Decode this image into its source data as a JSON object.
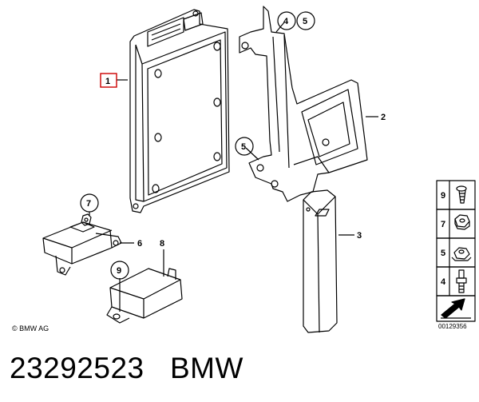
{
  "callouts": {
    "c1": "1",
    "c2": "2",
    "c3": "3",
    "c4": "4",
    "c5a": "5",
    "c5b": "5",
    "c6": "6",
    "c7": "7",
    "c8": "8",
    "c9": "9"
  },
  "legend": [
    {
      "num": "9",
      "part": "screw"
    },
    {
      "num": "7",
      "part": "hex-nut"
    },
    {
      "num": "5",
      "part": "collar-nut"
    },
    {
      "num": "4",
      "part": "stud-bolt"
    }
  ],
  "copyright": "© BMW AG",
  "diagram_number": "00129356",
  "footer": {
    "part_number": "23292523",
    "brand": "BMW"
  },
  "colors": {
    "line": "#000000",
    "highlight_box": "#cc0000",
    "background": "#ffffff"
  }
}
